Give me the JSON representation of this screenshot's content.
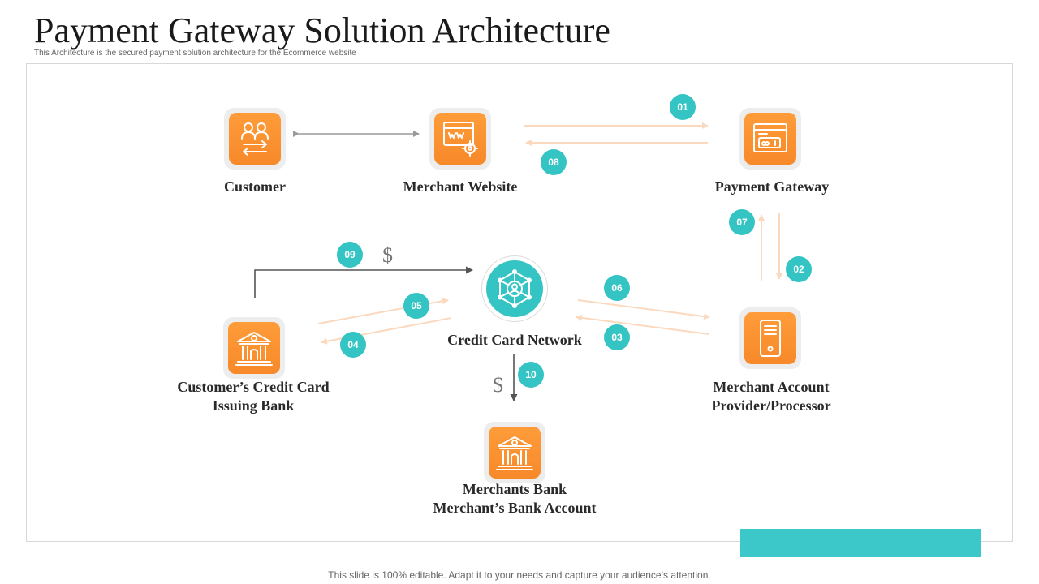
{
  "header": {
    "title": "Payment Gateway Solution Architecture",
    "subtitle": "This Architecture is the secured payment solution architecture for the Ecommerce  website"
  },
  "nodes": {
    "customer": {
      "label": "Customer",
      "icon": "users-exchange-icon"
    },
    "merchant_website": {
      "label": "Merchant Website",
      "icon": "web-settings-icon"
    },
    "payment_gateway": {
      "label": "Payment Gateway",
      "icon": "browser-card-icon"
    },
    "credit_card_network": {
      "label": "Credit Card Network",
      "icon": "network-hub-icon"
    },
    "issuing_bank": {
      "label_line1": "Customer’s Credit Card",
      "label_line2": "Issuing Bank",
      "icon": "bank-icon"
    },
    "merchant_processor": {
      "label_line1": "Merchant Account",
      "label_line2": "Provider/Processor",
      "icon": "server-icon"
    },
    "merchants_bank": {
      "label_line1": "Merchants Bank",
      "label_line2": "Merchant’s Bank Account",
      "icon": "bank-icon"
    }
  },
  "steps": [
    "01",
    "02",
    "03",
    "04",
    "05",
    "06",
    "07",
    "08",
    "09",
    "10"
  ],
  "currency_symbol": "$",
  "footer": "This slide is 100% editable. Adapt it to your needs and capture your audience’s attention.",
  "colors": {
    "orange": "#f7892a",
    "teal": "#35c4c4",
    "arrow_light": "#fbd9bf",
    "arrow_gray": "#9a9a9a",
    "arrow_dark": "#555555"
  }
}
